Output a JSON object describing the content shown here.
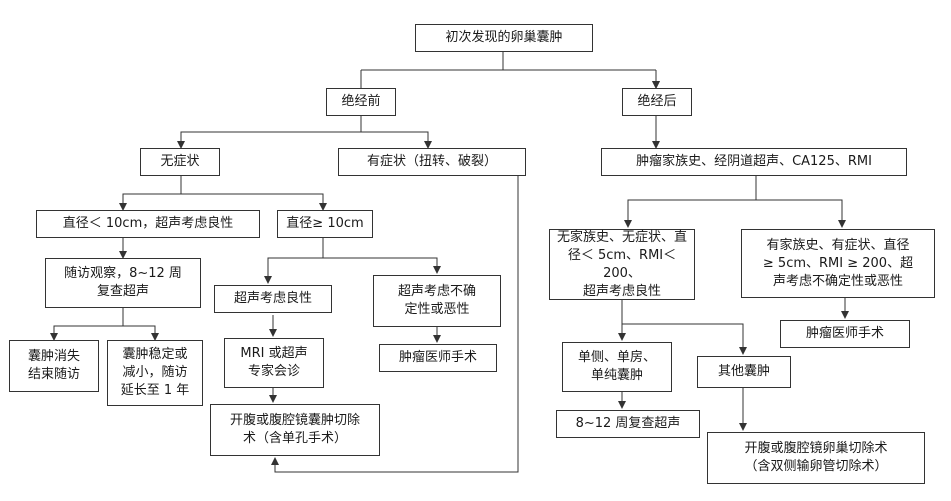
{
  "nodes": {
    "root": "初次发现的卵巢囊肿",
    "premeno": "绝经前",
    "postmeno": "绝经后",
    "asymptomatic": "无症状",
    "symptomatic": "有症状（扭转、破裂）",
    "post_eval": "肿瘤家族史、经阴道超声、CA125、RMI",
    "small_benign": "直径＜ 10cm，超声考虑良性",
    "large": "直径≥ 10cm",
    "followup": [
      "随访观察，8~12 周",
      "复查超声"
    ],
    "resolved": [
      "囊肿消失",
      "结束随访"
    ],
    "stable": [
      "囊肿稳定或",
      "减小，随访",
      "延长至 1 年"
    ],
    "benign_us": "超声考虑良性",
    "uncertain_us": [
      "超声考虑不确",
      "定性或恶性"
    ],
    "oncology_1": "肿瘤医师手术",
    "mri": [
      "MRI 或超声",
      "专家会诊"
    ],
    "surgery_cystectomy": [
      "开腹或腹腔镜囊肿切除",
      "术（含单孔手术）"
    ],
    "low_risk": [
      "无家族史、无症状、直",
      "径＜ 5cm、RMI＜ 200、",
      "超声考虑良性"
    ],
    "high_risk": [
      "有家族史、有症状、直径",
      "≥ 5cm、RMI ≥ 200、超",
      "声考虑不确定性或恶性"
    ],
    "oncology_2": "肿瘤医师手术",
    "simple_cyst": [
      "单侧、单房、",
      "单纯囊肿"
    ],
    "other_cyst": "其他囊肿",
    "recheck": "8~12 周复查超声",
    "surgery_oophorectomy": [
      "开腹或腹腔镜卵巢切除术",
      "（含双侧输卵管切除术）"
    ]
  }
}
